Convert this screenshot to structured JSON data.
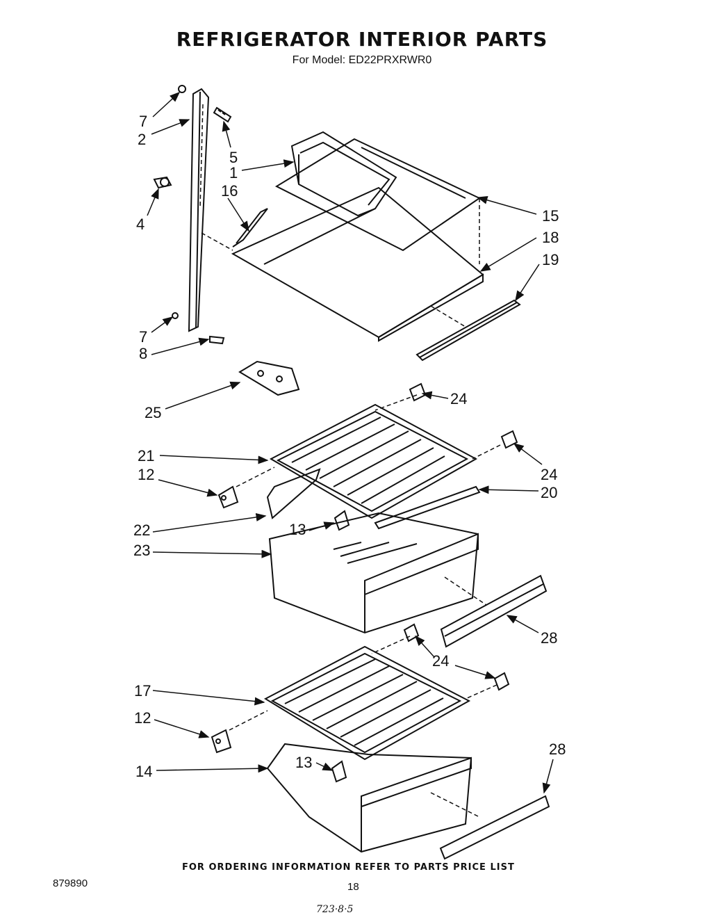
{
  "title": "REFRIGERATOR INTERIOR PARTS",
  "subtitle": "For Model: ED22PRXRWR0",
  "footer_note": "FOR ORDERING INFORMATION REFER TO PARTS PRICE LIST",
  "doc_code": "879890",
  "page_number": "18",
  "handwritten_code": "723·8·5",
  "callouts": [
    {
      "id": "c-7a",
      "label": "7"
    },
    {
      "id": "c-2",
      "label": "2"
    },
    {
      "id": "c-5",
      "label": "5"
    },
    {
      "id": "c-1",
      "label": "1"
    },
    {
      "id": "c-16",
      "label": "16"
    },
    {
      "id": "c-4",
      "label": "4"
    },
    {
      "id": "c-15",
      "label": "15"
    },
    {
      "id": "c-18",
      "label": "18"
    },
    {
      "id": "c-19",
      "label": "19"
    },
    {
      "id": "c-7b",
      "label": "7"
    },
    {
      "id": "c-8",
      "label": "8"
    },
    {
      "id": "c-25",
      "label": "25"
    },
    {
      "id": "c-24a",
      "label": "24"
    },
    {
      "id": "c-21",
      "label": "21"
    },
    {
      "id": "c-12a",
      "label": "12"
    },
    {
      "id": "c-24b",
      "label": "24"
    },
    {
      "id": "c-20",
      "label": "20"
    },
    {
      "id": "c-22",
      "label": "22"
    },
    {
      "id": "c-13a",
      "label": "13"
    },
    {
      "id": "c-23",
      "label": "23"
    },
    {
      "id": "c-28a",
      "label": "28"
    },
    {
      "id": "c-24c",
      "label": "24"
    },
    {
      "id": "c-17",
      "label": "17"
    },
    {
      "id": "c-12b",
      "label": "12"
    },
    {
      "id": "c-28b",
      "label": "28"
    },
    {
      "id": "c-13b",
      "label": "13"
    },
    {
      "id": "c-14",
      "label": "14"
    }
  ]
}
